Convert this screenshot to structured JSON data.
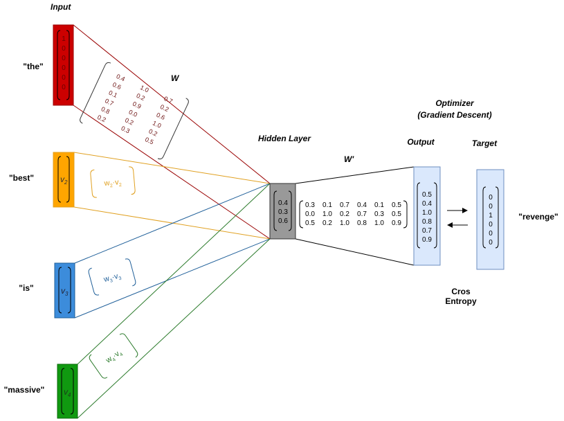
{
  "headers": {
    "input": "Input",
    "w": "W",
    "hidden_layer": "Hidden Layer",
    "w_prime": "W'",
    "optimizer_line1": "Optimizer",
    "optimizer_line2": "(Gradient Descent)",
    "output": "Output",
    "target": "Target",
    "loss_line1": "Cros",
    "loss_line2": "Entropy"
  },
  "words": {
    "the": "\"the\"",
    "best": "\"best\"",
    "is": "\"is\"",
    "massive": "\"massive\"",
    "revenge": "\"revenge\""
  },
  "input_one_hot": [
    "1",
    "0",
    "0",
    "0",
    "0",
    "0"
  ],
  "vector_labels": {
    "v2": "v",
    "v2_sub": "2",
    "v3": "v",
    "v3_sub": "3",
    "v4": "v",
    "v4_sub": "4"
  },
  "weight_labels": {
    "w2v2": "w",
    "w2v2_sub1": "2",
    "w2v2_mid": "·v",
    "w2v2_sub2": "2",
    "w3v3": "w",
    "w3v3_sub1": "3",
    "w3v3_mid": "·v",
    "w3v3_sub2": "3",
    "w4v4": "w",
    "w4v4_sub1": "4",
    "w4v4_mid": "·v",
    "w4v4_sub2": "4"
  },
  "w_matrix": [
    [
      "0.4",
      "1.0",
      "0.7"
    ],
    [
      "0.6",
      "0.2",
      "0.2"
    ],
    [
      "0.1",
      "0.9",
      "0.6"
    ],
    [
      "0.7",
      "0.0",
      "1.0"
    ],
    [
      "0.8",
      "0.2",
      "0.2"
    ],
    [
      "0.2",
      "0.3",
      "0.5"
    ]
  ],
  "hidden_values": [
    "0.4",
    "0.3",
    "0.6"
  ],
  "w_prime_matrix": [
    [
      "0.3",
      "0.1",
      "0.7",
      "0.4",
      "0.1",
      "0.5"
    ],
    [
      "0.0",
      "1.0",
      "0.2",
      "0.7",
      "0.3",
      "0.5"
    ],
    [
      "0.5",
      "0.2",
      "1.0",
      "0.8",
      "1.0",
      "0.9"
    ]
  ],
  "output_values": [
    "0.5",
    "0.4",
    "1.0",
    "0.8",
    "0.7",
    "0.9"
  ],
  "target_values": [
    "0",
    "0",
    "1",
    "0",
    "0",
    "0"
  ],
  "colors": {
    "red": "#cc0000",
    "red_dark": "#990000",
    "orange": "#ffa500",
    "orange_line": "#e0a020",
    "blue": "#3c8cdb",
    "blue_line": "#1f5f99",
    "green": "#109910",
    "green_line": "#2a7a2a",
    "hidden": "#999999",
    "output_bg": "#dae8fc",
    "output_border": "#6c8ebf"
  }
}
